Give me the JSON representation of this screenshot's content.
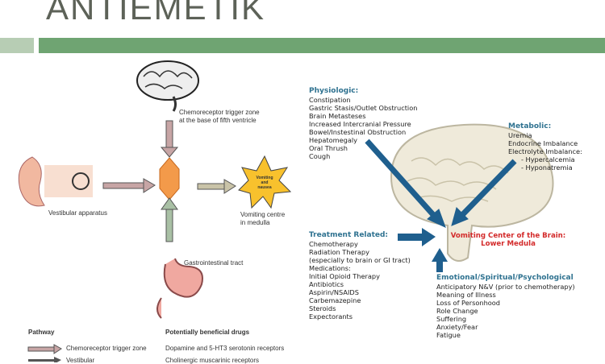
{
  "title": "ANTIEMETIK",
  "colors": {
    "title": "#5d6258",
    "band_light": "#b7cdb4",
    "band_dark": "#6fa472",
    "heading": "#2f7290",
    "arrow_blue": "#1f5f8e",
    "center_red": "#d32a2a"
  },
  "left": {
    "ctz_label": [
      "Chemoreceptor trigger zone",
      "at the base of fifth ventricle"
    ],
    "vestibular_label": "Vestibular apparatus",
    "star_text": [
      "Vomiting",
      "and",
      "nausea"
    ],
    "vomiting_centre_label": [
      "Vomiting centre",
      "in medulla"
    ],
    "gi_label": "Gastrointestinal tract",
    "legend": {
      "pathway_header": "Pathway",
      "drugs_header": "Potentially beneficial drugs",
      "rows": [
        {
          "pathway": "Chemoreceptor trigger zone",
          "drugs": "Dopamine and 5-HT3 serotonin receptors"
        },
        {
          "pathway": "Vestibular",
          "drugs": "Cholinergic muscarinic receptors"
        }
      ]
    }
  },
  "right": {
    "physiologic": {
      "heading": "Physiologic:",
      "items": [
        "Constipation",
        "Gastric Stasis/Outlet Obstruction",
        "Brain Metasteses",
        "Increased Intercranial Pressure",
        "Bowel/Instestinal Obstruction",
        "Hepatomegaly",
        "Oral Thrush",
        "Cough"
      ]
    },
    "metabolic": {
      "heading": "Metabolic:",
      "items": [
        "Uremia",
        "Endocrine Imbalance",
        "Electrolyte Imbalance:",
        "- Hypercalcemia",
        "- Hyponatremia"
      ]
    },
    "treatment": {
      "heading": "Treatment Related:",
      "items": [
        "Chemotherapy",
        "Radiation Therapy",
        "(especially to brain or GI tract)",
        "Medications:",
        "Initial Opioid Therapy",
        "Antibiotics",
        "Aspirin/NSAIDS",
        "Carbemazepine",
        "Steroids",
        "Expectorants"
      ]
    },
    "emotional": {
      "heading": "Emotional/Spiritual/Psychological",
      "items": [
        "Anticipatory N&V (prior to chemotherapy)",
        "Meaning of Illness",
        "Loss of Personhood",
        "Role Change",
        "Suffering",
        "Anxiety/Fear",
        "Fatigue"
      ]
    },
    "center": [
      "Vomiting Center of the Brain:",
      "Lower Medula"
    ]
  }
}
